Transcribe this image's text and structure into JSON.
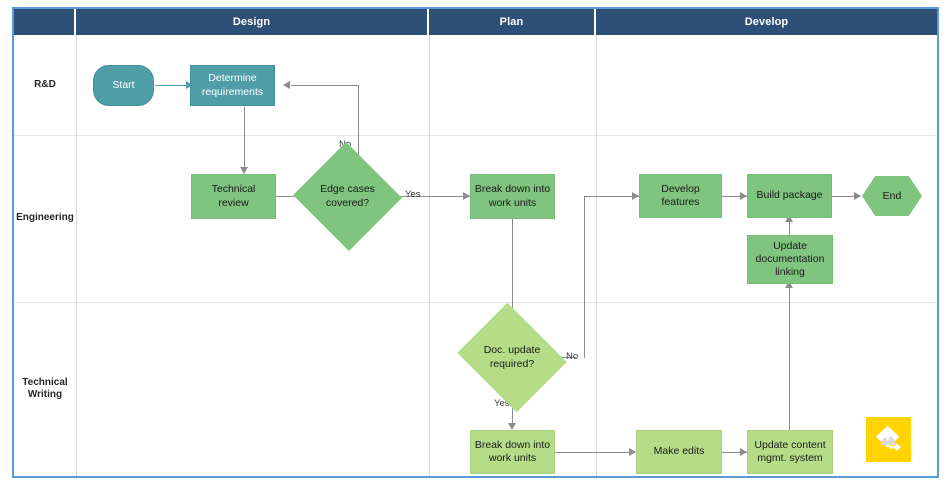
{
  "diagram": {
    "type": "cross-functional-flowchart",
    "phases": [
      {
        "id": "corner",
        "label": ""
      },
      {
        "id": "design",
        "label": "Design"
      },
      {
        "id": "plan",
        "label": "Plan"
      },
      {
        "id": "develop",
        "label": "Develop"
      }
    ],
    "lanes": [
      {
        "id": "rnd",
        "label": "R&D"
      },
      {
        "id": "engineering",
        "label": "Engineering"
      },
      {
        "id": "technical-writing",
        "label": "Technical\nWriting"
      }
    ],
    "lane_labels": {
      "rnd": "R&D",
      "engineering": "Engineering",
      "tw_line1": "Technical",
      "tw_line2": "Writing"
    },
    "nodes": {
      "start": {
        "label": "Start",
        "shape": "rounded",
        "lane": "rnd",
        "phase": "design"
      },
      "determine_requirements": {
        "label": "Determine requirements",
        "shape": "process",
        "lane": "rnd",
        "phase": "design"
      },
      "technical_review": {
        "label": "Technical review",
        "shape": "process",
        "lane": "engineering",
        "phase": "design"
      },
      "edge_cases": {
        "label": "Edge cases covered?",
        "shape": "decision",
        "lane": "engineering",
        "phase": "design"
      },
      "break_down_eng": {
        "label": "Break down into work units",
        "shape": "process",
        "lane": "engineering",
        "phase": "plan"
      },
      "develop_features": {
        "label": "Develop features",
        "shape": "process",
        "lane": "engineering",
        "phase": "develop"
      },
      "build_package": {
        "label": "Build package",
        "shape": "process",
        "lane": "engineering",
        "phase": "develop"
      },
      "end": {
        "label": "End",
        "shape": "hexagon",
        "lane": "engineering",
        "phase": "develop"
      },
      "update_doc_linking": {
        "label": "Update documentation linking",
        "shape": "process",
        "lane": "engineering",
        "phase": "develop"
      },
      "doc_update_required": {
        "label": "Doc. update required?",
        "shape": "decision",
        "lane": "technical-writing",
        "phase": "plan"
      },
      "break_down_tw": {
        "label": "Break down into work units",
        "shape": "process",
        "lane": "technical-writing",
        "phase": "plan"
      },
      "make_edits": {
        "label": "Make edits",
        "shape": "process",
        "lane": "technical-writing",
        "phase": "develop"
      },
      "update_cms": {
        "label": "Update content mgmt. system",
        "shape": "process",
        "lane": "technical-writing",
        "phase": "develop"
      }
    },
    "node_text": {
      "start": "Start",
      "determine_requirements_l1": "Determine",
      "determine_requirements_l2": "requirements",
      "technical_review_l1": "Technical",
      "technical_review_l2": "review",
      "edge_cases_l1": "Edge cases",
      "edge_cases_l2": "covered?",
      "break_down_eng_l1": "Break down into",
      "break_down_eng_l2": "work units",
      "develop_features_l1": "Develop",
      "develop_features_l2": "features",
      "build_package": "Build package",
      "end": "End",
      "update_doc_l1": "Update",
      "update_doc_l2": "documentation",
      "update_doc_l3": "linking",
      "doc_update_l1": "Doc. update",
      "doc_update_l2": "required?",
      "break_down_tw_l1": "Break down into",
      "break_down_tw_l2": "work units",
      "make_edits": "Make edits",
      "update_cms_l1": "Update content",
      "update_cms_l2": "mgmt. system"
    },
    "edge_labels": {
      "edge_cases_no": "No",
      "edge_cases_yes": "Yes",
      "doc_update_no": "No",
      "doc_update_yes": "Yes"
    },
    "colors": {
      "header_band": "#2e4f76",
      "frame_border": "#5b9bd5",
      "teal_node": "#4f9ea8",
      "green_node": "#7fc47f",
      "green_light_node": "#b5dd88",
      "connector": "#8c8c8c",
      "logo_background": "#ffd400",
      "canvas": "#ffffff"
    }
  },
  "watermark": {
    "name": "lucidchart-logo"
  }
}
